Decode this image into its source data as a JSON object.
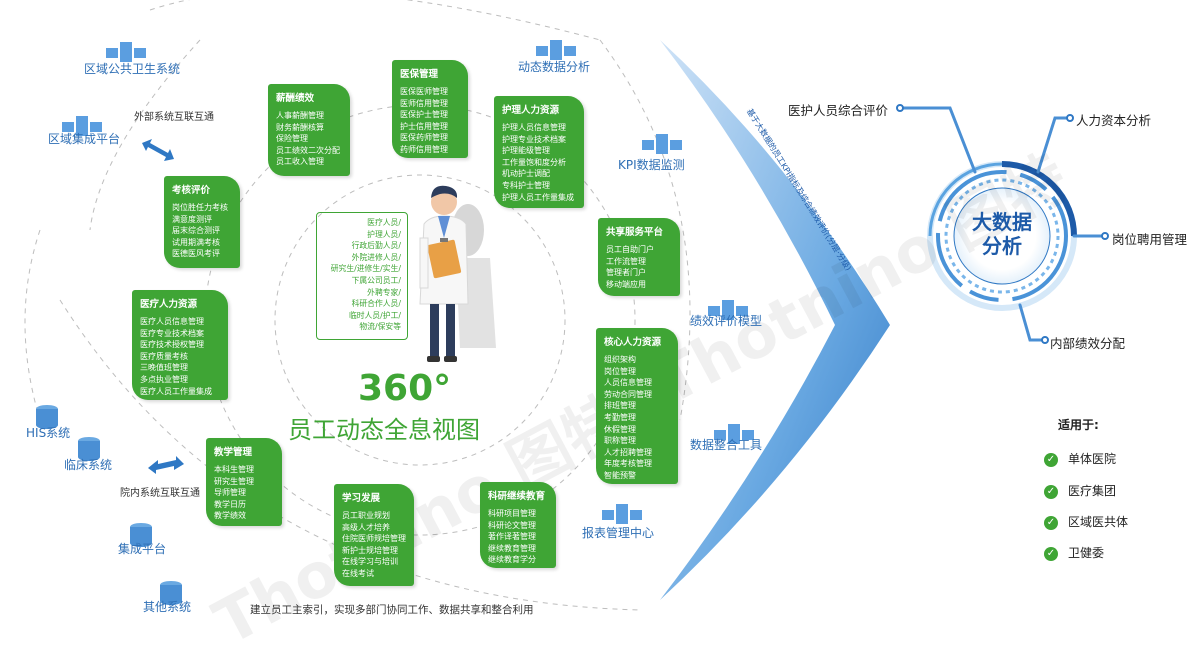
{
  "external": {
    "regional_health": "区域公共卫生系统",
    "regional_integration": "区域集成平台",
    "external_link": "外部系统互联互通",
    "his": "HIS系统",
    "clinical": "临床系统",
    "internal_link": "院内系统互联互通",
    "integration_platform": "集成平台",
    "other_systems": "其他系统"
  },
  "boxes": {
    "salary": {
      "title": "薪酬绩效",
      "items": [
        "人事薪酬管理",
        "财务薪酬核算",
        "保险管理",
        "员工绩效二次分配",
        "员工收入管理"
      ]
    },
    "insurance": {
      "title": "医保管理",
      "items": [
        "医保医师管理",
        "医师信用管理",
        "医保护士管理",
        "护士信用管理",
        "医保药师管理",
        "药师信用管理"
      ]
    },
    "nursing": {
      "title": "护理人力资源",
      "items": [
        "护理人员信息管理",
        "护理专业技术档案",
        "护理能级管理",
        "工作量饱和度分析",
        "机动护士调配",
        "专科护士管理",
        "护理人员工作量集成"
      ]
    },
    "assessment": {
      "title": "考核评价",
      "items": [
        "岗位胜任力考核",
        "满意度测评",
        "届末综合测评",
        "试用期满考核",
        "医德医风考评"
      ]
    },
    "shared": {
      "title": "共享服务平台",
      "items": [
        "员工自助门户",
        "工作流管理",
        "管理者门户",
        "移动端应用"
      ]
    },
    "medhr": {
      "title": "医疗人力资源",
      "items": [
        "医疗人员信息管理",
        "医疗专业技术档案",
        "医疗技术授权管理",
        "医疗质量考核",
        "三晚值班管理",
        "多点执业管理",
        "医疗人员工作量集成"
      ]
    },
    "corehr": {
      "title": "核心人力资源",
      "items": [
        "组织架构",
        "岗位管理",
        "人员信息管理",
        "劳动合同管理",
        "排班管理",
        "考勤管理",
        "休假管理",
        "职称管理",
        "人才招聘管理",
        "年度考核管理",
        "智能预警"
      ]
    },
    "teaching": {
      "title": "教学管理",
      "items": [
        "本科生管理",
        "研究生管理",
        "导师管理",
        "教学日历",
        "教学绩效"
      ]
    },
    "learning": {
      "title": "学习发展",
      "items": [
        "员工职业规划",
        "高级人才培养",
        "住院医师规培管理",
        "新护士规培管理",
        "在线学习与培训",
        "在线考试"
      ]
    },
    "research": {
      "title": "科研继续教育",
      "items": [
        "科研项目管理",
        "科研论文管理",
        "著作译著管理",
        "继续教育管理",
        "继续教育学分"
      ]
    }
  },
  "staff": [
    "医疗人员/",
    "护理人员/",
    "行政后勤人员/",
    "外院进修人员/",
    "研究生/进修生/实生/",
    "下属公司员工/",
    "外聘专家/",
    "科研合作人员/",
    "临时人员/护工/",
    "物流/保安等"
  ],
  "center": {
    "big": "360°",
    "sub": "员工动态全息视图"
  },
  "bottom_note": "建立员工主索引，实现多部门协同工作、数据共享和整合利用",
  "tools": {
    "dynamic": "动态数据分析",
    "kpi": "KPI数据监测",
    "perf_model": "绩效评价模型",
    "integration_tool": "数据整合工具",
    "report": "报表管理中心"
  },
  "arrow_text": "基于大数据的员工KPI指标及综合绩效评价(分层·分级)",
  "bigdata": {
    "line1": "大数据",
    "line2": "分析"
  },
  "results": {
    "r1": "医护人员综合评价",
    "r2": "人力资本分析",
    "r3": "岗位聘用管理",
    "r4": "内部绩效分配"
  },
  "applicable": {
    "title": "适用于:",
    "items": [
      "单体医院",
      "医疗集团",
      "区域医共体",
      "卫健委"
    ]
  },
  "watermark": "Thotnino 图特",
  "colors": {
    "green": "#3fa535",
    "blue": "#2f6fb5",
    "light_blue": "#6aa9e2",
    "dark_blue": "#1d5aa8"
  }
}
